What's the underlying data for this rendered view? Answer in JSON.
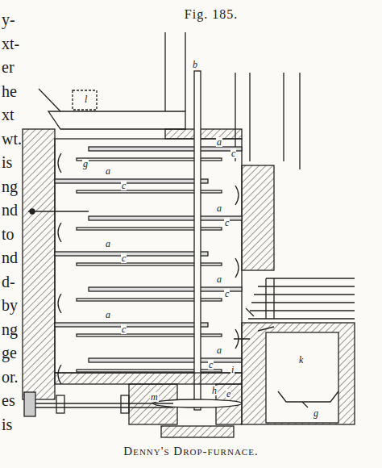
{
  "diagram": {
    "title": "Fig. 185.",
    "caption": "Denny's Drop-furnace.",
    "labels": [
      "y-",
      "xt-",
      "er",
      "he",
      "xt",
      "wt.",
      "is",
      "ng",
      "nd",
      "to",
      "nd",
      "d-",
      "by",
      "ng",
      "ge",
      "or.",
      "es",
      "is",
      "l",
      "b",
      "a",
      "c",
      "g",
      "a",
      "c",
      "a",
      "c",
      "a",
      "c",
      "a",
      "c",
      "a",
      "c",
      "a",
      "c",
      "i",
      "h",
      "e",
      "k",
      "m",
      "g"
    ]
  }
}
